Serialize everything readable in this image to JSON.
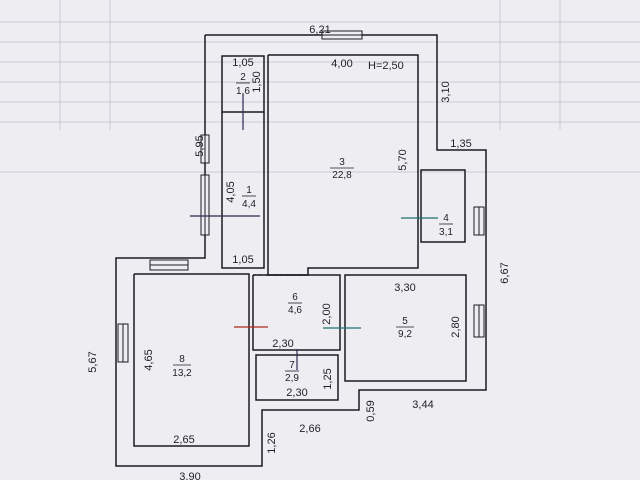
{
  "colors": {
    "paper": "#eeeef2",
    "wall": "#1a1a22",
    "window": "#1a1a22",
    "door_red": "#b0281c",
    "door_teal": "#1f6f70",
    "door_navy": "#2a2a55"
  },
  "height_label": "H=2,50",
  "rooms": [
    {
      "id": "room-1",
      "number": "1",
      "area": "4,4"
    },
    {
      "id": "room-2",
      "number": "2",
      "area": "1,6"
    },
    {
      "id": "room-3",
      "number": "3",
      "area": "22,8"
    },
    {
      "id": "room-4",
      "number": "4",
      "area": "3,1"
    },
    {
      "id": "room-5",
      "number": "5",
      "area": "9,2"
    },
    {
      "id": "room-6",
      "number": "6",
      "area": "4,6"
    },
    {
      "id": "room-7",
      "number": "7",
      "area": "2,9"
    },
    {
      "id": "room-8",
      "number": "8",
      "area": "13,2"
    }
  ],
  "dimensions": {
    "top_outer": "6,21",
    "room3_width": "4,00",
    "east_upper": "3,10",
    "step_top": "1,35",
    "room3_height": "5,70",
    "east_outer": "6,67",
    "room2_width": "1,05",
    "room2_height": "1,50",
    "west_upper": "5,95",
    "corridor_height": "4,05",
    "corridor_width": "1,05",
    "room5_width": "3,30",
    "room5_height": "2,80",
    "room6_height": "2,00",
    "room7_width_top": "2,30",
    "room7_height": "1,25",
    "room7_width_bottom": "2,30",
    "step_south": "0,59",
    "south_right": "3,44",
    "south_mid": "2,66",
    "step_small": "1,26",
    "room8_height": "4,65",
    "west_lower": "5,67",
    "room8_width": "2,65",
    "bottom_outer": "3,90"
  }
}
